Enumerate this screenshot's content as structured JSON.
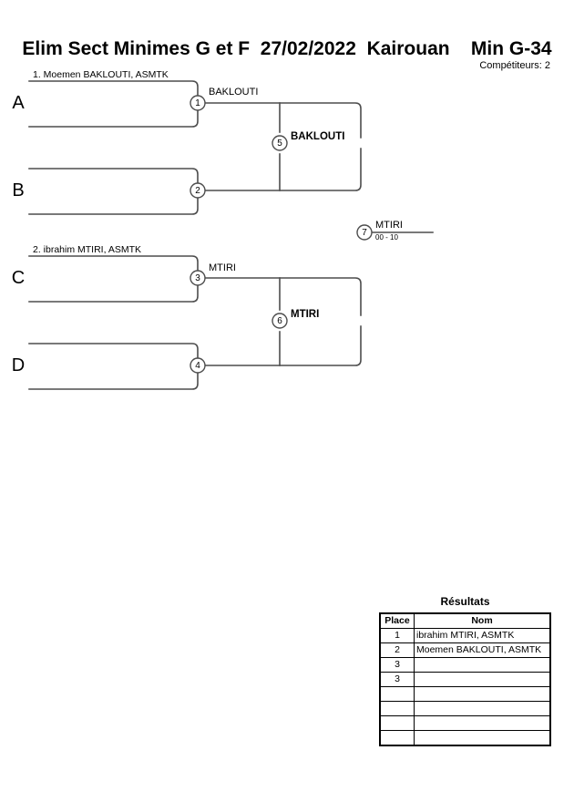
{
  "header": {
    "title": "Elim Sect Minimes G et F  27/02/2022  Kairouan    Min G-34",
    "event": "Elim Sect Minimes G et F",
    "date": "27/02/2022",
    "location": "Kairouan",
    "category": "Min G-34",
    "competitors_label": "Compétiteurs: 2"
  },
  "bracket": {
    "slots": [
      {
        "letter": "A",
        "seed_label": "1. Moemen BAKLOUTI, ASMTK"
      },
      {
        "letter": "B",
        "seed_label": ""
      },
      {
        "letter": "C",
        "seed_label": "2. ibrahim MTIRI, ASMTK"
      },
      {
        "letter": "D",
        "seed_label": ""
      }
    ],
    "matches": [
      {
        "number": "1",
        "winner": "BAKLOUTI",
        "score": "",
        "bold": false
      },
      {
        "number": "2",
        "winner": "",
        "score": "",
        "bold": false
      },
      {
        "number": "3",
        "winner": "MTIRI",
        "score": "",
        "bold": false
      },
      {
        "number": "4",
        "winner": "",
        "score": "",
        "bold": false
      },
      {
        "number": "5",
        "winner": "BAKLOUTI",
        "score": "",
        "bold": true
      },
      {
        "number": "6",
        "winner": "MTIRI",
        "score": "",
        "bold": true
      },
      {
        "number": "7",
        "winner": "MTIRI",
        "score": "00 - 10",
        "bold": false
      }
    ]
  },
  "results": {
    "title": "Résultats",
    "columns": [
      "Place",
      "Nom"
    ],
    "rows": [
      {
        "place": "1",
        "name": "ibrahim MTIRI, ASMTK"
      },
      {
        "place": "2",
        "name": "Moemen BAKLOUTI, ASMTK"
      },
      {
        "place": "3",
        "name": ""
      },
      {
        "place": "3",
        "name": ""
      },
      {
        "place": "",
        "name": ""
      },
      {
        "place": "",
        "name": ""
      },
      {
        "place": "",
        "name": ""
      },
      {
        "place": "",
        "name": ""
      }
    ]
  },
  "colors": {
    "line": "#4d4d4d",
    "text": "#000000",
    "background": "#ffffff",
    "table_border": "#000000"
  }
}
